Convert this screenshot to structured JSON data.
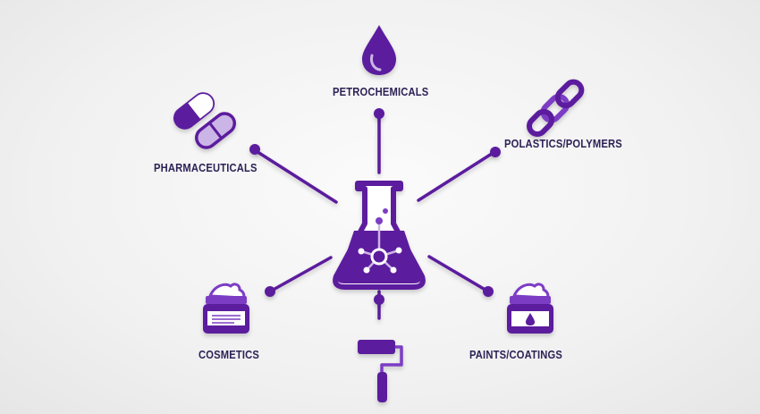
{
  "diagram": {
    "center": {
      "icon": "lab-flask-molecule-icon"
    },
    "nodes": [
      {
        "id": "petrochemicals",
        "label": "PETROCHEMICALS",
        "icon": "oil-drop-icon"
      },
      {
        "id": "polymers",
        "label": "POLASTICS/POLYMERS",
        "icon": "chain-links-icon"
      },
      {
        "id": "pharmaceuticals",
        "label": "PHARMACEUTICALS",
        "icon": "capsule-pills-icon"
      },
      {
        "id": "cosmetics",
        "label": "COSMETICS",
        "icon": "cream-jar-icon"
      },
      {
        "id": "paints",
        "label": "PAINTS/COATINGS",
        "icon": "paint-jar-icon"
      },
      {
        "id": "roller",
        "label": "",
        "icon": "paint-roller-icon"
      }
    ]
  },
  "colors": {
    "primary": "#5b1f9e",
    "accent": "#7c3cc4",
    "light": "#cbb5e6",
    "text": "#2d2256",
    "background": "#f2f2f2"
  }
}
